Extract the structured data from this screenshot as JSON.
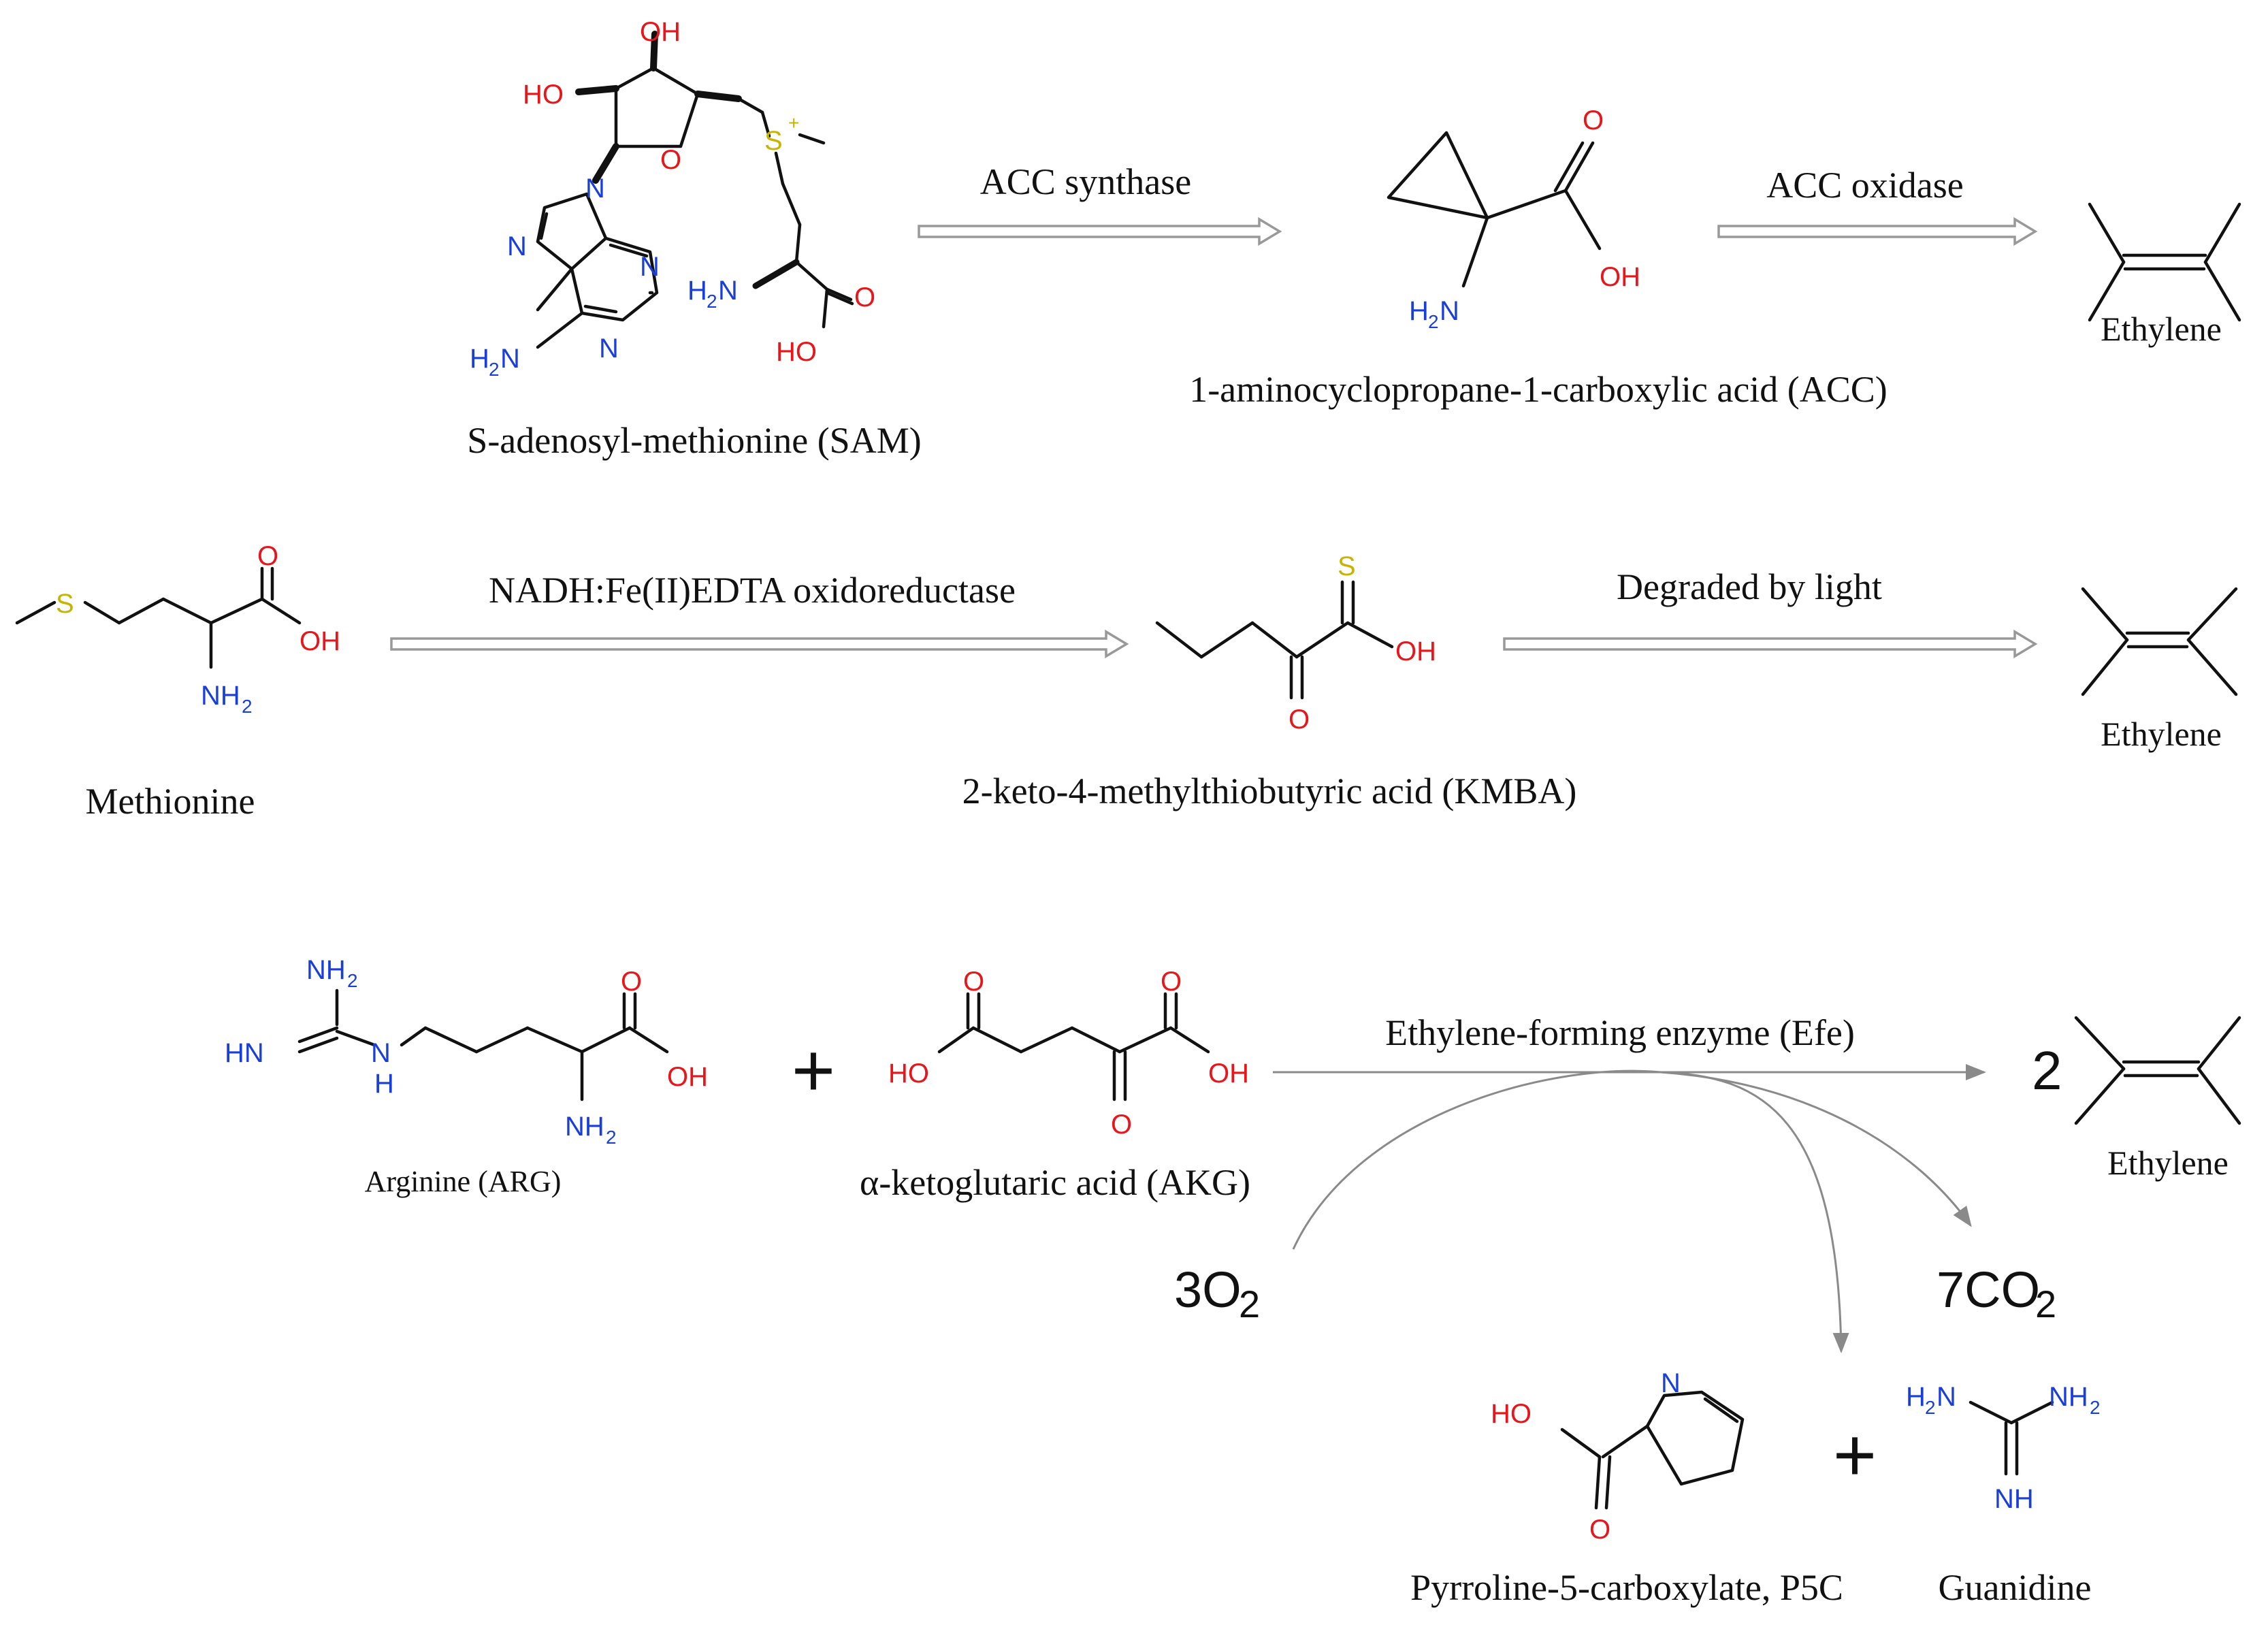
{
  "colors": {
    "bond": "#111111",
    "oxygen": "#e8151a",
    "nitrogen": "#1a3fd8",
    "sulfur": "#c8b400",
    "arrow": "#999999"
  },
  "rows": [
    {
      "compounds": {
        "sam": "S-adenosyl-methionine (SAM)",
        "acc": "1-aminocyclopropane-1-carboxylic acid (ACC)",
        "product": "Ethylene"
      },
      "enzymes": [
        "ACC synthase",
        "ACC oxidase"
      ]
    },
    {
      "compounds": {
        "met": "Methionine",
        "kmba": "2-keto-4-methylthiobutyric acid (KMBA)",
        "product": "Ethylene"
      },
      "enzymes": [
        "NADH:Fe(II)EDTA oxidoreductase",
        "Degraded by light"
      ]
    },
    {
      "compounds": {
        "arg": "Arginine (ARG)",
        "akg": "α-ketoglutaric acid (AKG)",
        "product": "Ethylene",
        "p5c": "Pyrroline-5-carboxylate, P5C",
        "guan": "Guanidine"
      },
      "enzymes": [
        "Ethylene-forming enzyme (Efe)"
      ],
      "coefficient": "2",
      "plus": "+",
      "o2": {
        "coef": "3O",
        "sub": "2"
      },
      "co2": {
        "coef": "7CO",
        "sub": "2"
      }
    }
  ],
  "atoms": {
    "OH": "OH",
    "HO": "HO",
    "O": "O",
    "N": "N",
    "S": "S",
    "Splus": "S",
    "plus": "+",
    "H2N": "H",
    "NH2": "NH",
    "NH": "NH",
    "HN": "HN",
    "H": "H",
    "two": "2"
  }
}
